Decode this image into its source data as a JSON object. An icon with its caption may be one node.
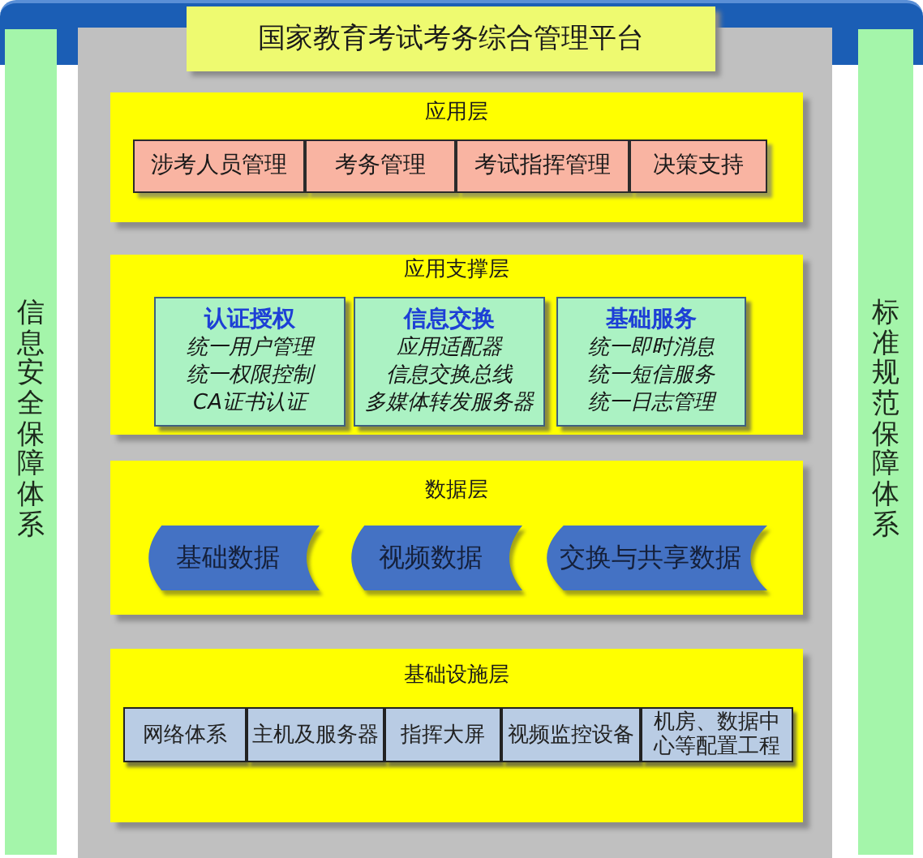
{
  "diagram": {
    "title": "国家教育考试考务综合管理平台",
    "nodes": [
      {
        "text": [
          "信息安全保障体系"
        ]
      },
      {
        "text": [
          "应用层"
        ]
      },
      {
        "text": [
          "涉考人员管理"
        ],
        "in": 1
      },
      {
        "text": [
          "考务管理"
        ],
        "in": 1
      },
      {
        "text": [
          "考试指挥管理"
        ],
        "in": 1
      },
      {
        "text": [
          "决策支持"
        ],
        "in": 1
      },
      {
        "text": [
          "应用支撑层"
        ]
      },
      {
        "text": [
          "认证授权",
          "统一用户管理",
          "统一权限控制",
          "CA证书认证"
        ],
        "in": 6
      },
      {
        "text": [
          "信息交换",
          "应用适配器",
          "信息交换总线",
          "多媒体转发服务器"
        ],
        "in": 6
      },
      {
        "text": [
          "基础服务",
          "统一即时消息",
          "统一短信服务",
          "统一日志管理"
        ],
        "in": 6
      },
      {
        "text": [
          "数据层"
        ]
      },
      {
        "text": [
          "基础数据"
        ],
        "in": 10
      },
      {
        "text": [
          "视频数据"
        ],
        "in": 10
      },
      {
        "text": [
          "交换与共享数据"
        ],
        "in": 10
      },
      {
        "text": [
          "基础设施层"
        ]
      },
      {
        "text": [
          "网络体系"
        ],
        "in": 14
      },
      {
        "text": [
          "主机及服务器"
        ],
        "in": 14
      },
      {
        "text": [
          "指挥大屏"
        ],
        "in": 14
      },
      {
        "text": [
          "视频监控设备"
        ],
        "in": 14
      },
      {
        "text": [
          "机房、数据中心等配置工程"
        ],
        "in": 14
      },
      {
        "text": [
          "标准规范保障体系"
        ]
      }
    ]
  }
}
